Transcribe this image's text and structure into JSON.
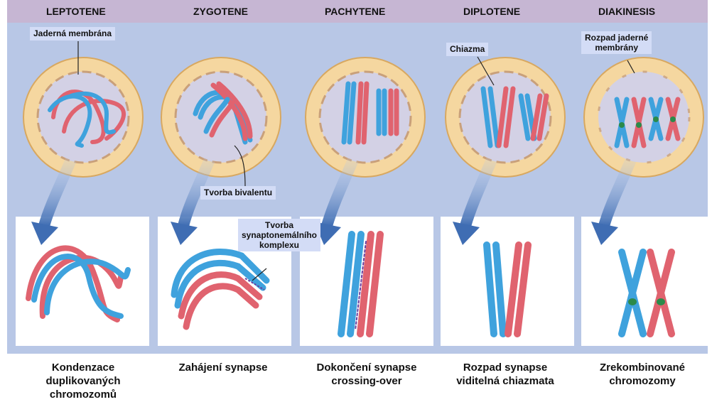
{
  "stages": [
    "LEPTOTENE",
    "ZYGOTENE",
    "PACHYTENE",
    "DIPLOTENE",
    "DIAKINESIS"
  ],
  "labels": {
    "nuclear_membrane": "Jaderná membrána",
    "bivalent": "Tvorba bivalentu",
    "synaptonemal": [
      "Tvorba",
      "synaptonemálního",
      "komplexu"
    ],
    "chiasma": "Chiazma",
    "membrane_breakdown": [
      "Rozpad jaderné",
      "membrány"
    ]
  },
  "captions": [
    [
      "Kondenzace",
      "duplikovaných",
      "chromozomů"
    ],
    [
      "Zahájení synapse"
    ],
    [
      "Dokončení synapse",
      "crossing-over"
    ],
    [
      "Rozpad synapse",
      "viditelná chiazmata"
    ],
    [
      "Zrekombinované",
      "chromozomy"
    ]
  ],
  "colors": {
    "header": "#c6b6d3",
    "panel": "#b8c7e6",
    "blue": "#3fa2dd",
    "red": "#e0636f",
    "nucleus": "#f5d7a0"
  }
}
